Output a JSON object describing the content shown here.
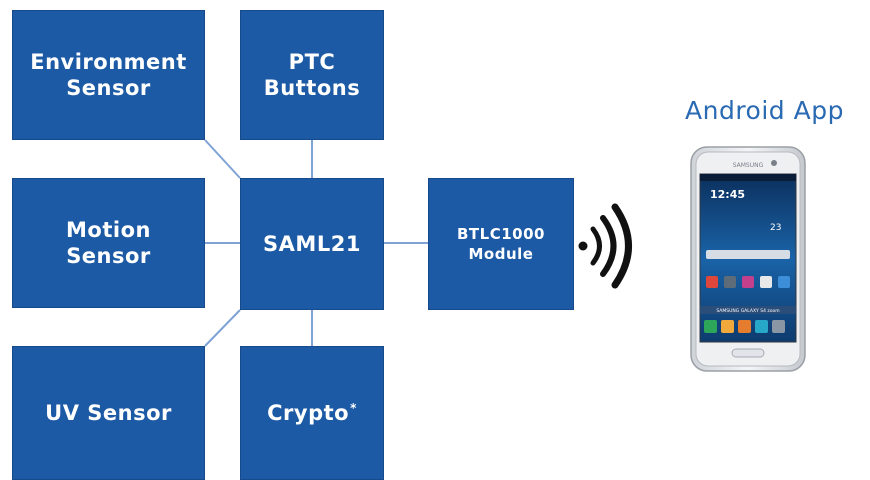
{
  "blocks": {
    "environment_sensor": "Environment\nSensor",
    "ptc_buttons": "PTC\nButtons",
    "motion_sensor": "Motion\nSensor",
    "saml21": "SAML21",
    "btlc1000_module": "BTLC1000\nModule",
    "uv_sensor": "UV Sensor",
    "crypto": "Crypto",
    "crypto_mark": "*"
  },
  "android_app": {
    "title": "Android App",
    "phone_brand": "SAMSUNG",
    "phone_model": "SAMSUNG GALAXY S4 zoom",
    "screen_time": "12:45",
    "screen_clock": "23"
  },
  "colors": {
    "block_fill": "#1c5aa5",
    "connector": "#7ea3d4",
    "app_title": "#2a6ab3"
  }
}
